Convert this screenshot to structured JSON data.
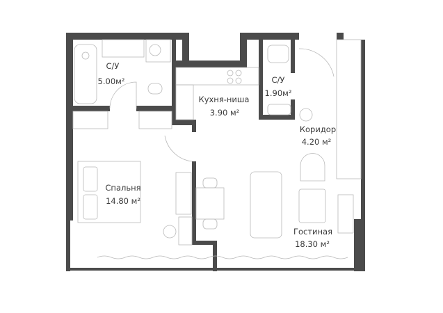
{
  "rooms": [
    {
      "name": "С/У",
      "area": "5.00м²"
    },
    {
      "name": "Кухня-ниша",
      "area": "3.90 м²"
    },
    {
      "name": "С/У",
      "area": "1.90м²"
    },
    {
      "name": "Коридор",
      "area": "4.20 м²"
    },
    {
      "name": "Спальня",
      "area": "14.80 м²"
    },
    {
      "name": "Гостиная",
      "area": "18.30 м²"
    }
  ],
  "colors": {
    "wall": "#4b4b4b",
    "furniture": "#b9b9b9"
  }
}
